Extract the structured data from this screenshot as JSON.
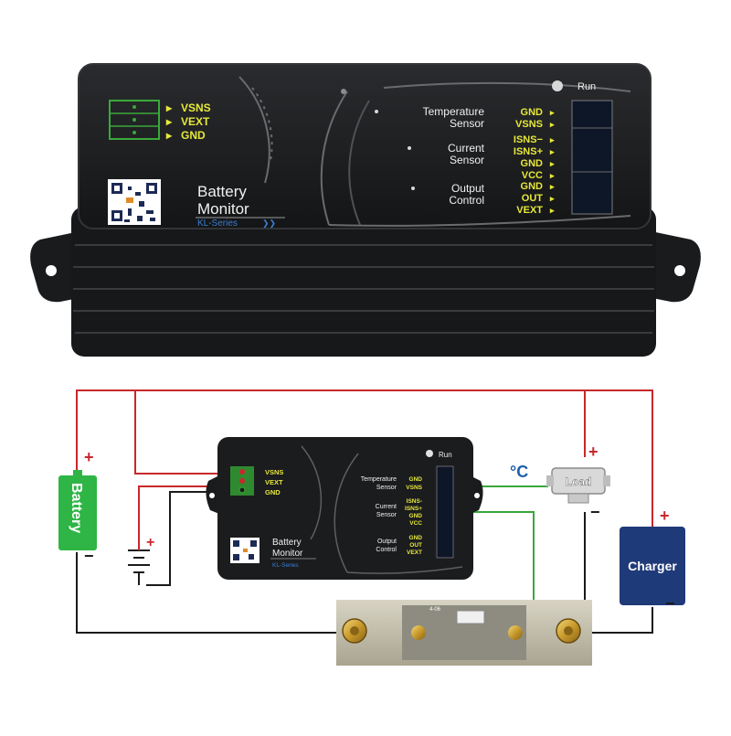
{
  "device": {
    "top_pins": [
      "VSNS",
      "VEXT",
      "GND"
    ],
    "run_label": "Run",
    "title_line1": "Battery",
    "title_line2": "Monitor",
    "series": "KL-Series",
    "series_arrows": "❯❯",
    "groups": [
      {
        "line1": "Temperature",
        "line2": "Sensor",
        "pins": [
          "GND",
          "VSNS"
        ]
      },
      {
        "line1": "Current",
        "line2": "Sensor",
        "pins": [
          "ISNS−",
          "ISNS+",
          "GND",
          "VCC"
        ]
      },
      {
        "line1": "Output",
        "line2": "Control",
        "pins": [
          "GND",
          "OUT",
          "VEXT"
        ]
      }
    ]
  },
  "diagram": {
    "small_pins": [
      "VSNS",
      "VEXT",
      "GND"
    ],
    "small_groups": [
      {
        "line1": "Temperature",
        "line2": "Sensor",
        "pins": [
          "GND",
          "VSNS"
        ]
      },
      {
        "line1": "Current",
        "line2": "Sensor",
        "pins": [
          "ISNS-",
          "ISNS+",
          "GND",
          "VCC"
        ]
      },
      {
        "line1": "Output",
        "line2": "Control",
        "pins": [
          "GND",
          "OUT",
          "VEXT"
        ]
      }
    ],
    "battery_label": "Battery",
    "load_label": "Load",
    "charger_label": "Charger",
    "temp_symbol": "°C",
    "plus": "+",
    "minus": "−",
    "shunt_label": "4-06"
  },
  "colors": {
    "device_body": "#1c1d1f",
    "pin_text": "#e6e83a",
    "wire_red": "#c8282c",
    "wire_black": "#1a1a1a",
    "wire_green": "#3aa83a",
    "battery_green": "#2fb545",
    "charger_navy": "#1f3a78"
  }
}
